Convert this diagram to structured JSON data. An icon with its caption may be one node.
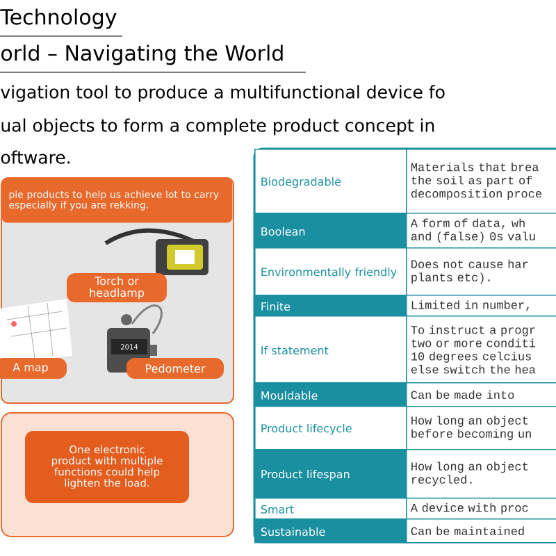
{
  "diagram": {
    "nodes": [
      {
        "text": [
          "ple products to help us achieve lot to carry especially if you are rekking."
        ]
      },
      {
        "text": [
          "Torch or headlamp"
        ]
      },
      {
        "text": [
          "A map"
        ]
      },
      {
        "text": [
          "Pedometer"
        ]
      },
      {
        "text": [
          "One electronic product with multiple functions could help lighten the load."
        ]
      }
    ],
    "labels": [
      "Technology",
      "orld – Navigating the World",
      "vigation tool to produce a multifunctional device fo",
      "ual objects to form a complete  product concept in",
      "oftware.",
      "Biodegradable",
      "Materials that brea the soil as part of decomposition proce",
      "Boolean",
      "A form of data, wh and (false) 0s valu",
      "Environmentally friendly",
      "Does not cause har plants etc).",
      "Finite",
      "Limited in number,",
      "If statement",
      "To instruct a progr two or more conditi 10 degrees celcius else switch the hea",
      "Mouldable",
      "Can be made into",
      "Product lifecycle",
      "How long an object before becoming un",
      "Product lifespan",
      "How long an object recycled.",
      "Smart",
      "A device with proc",
      "Sustainable",
      "Can be maintained",
      "2014"
    ]
  }
}
